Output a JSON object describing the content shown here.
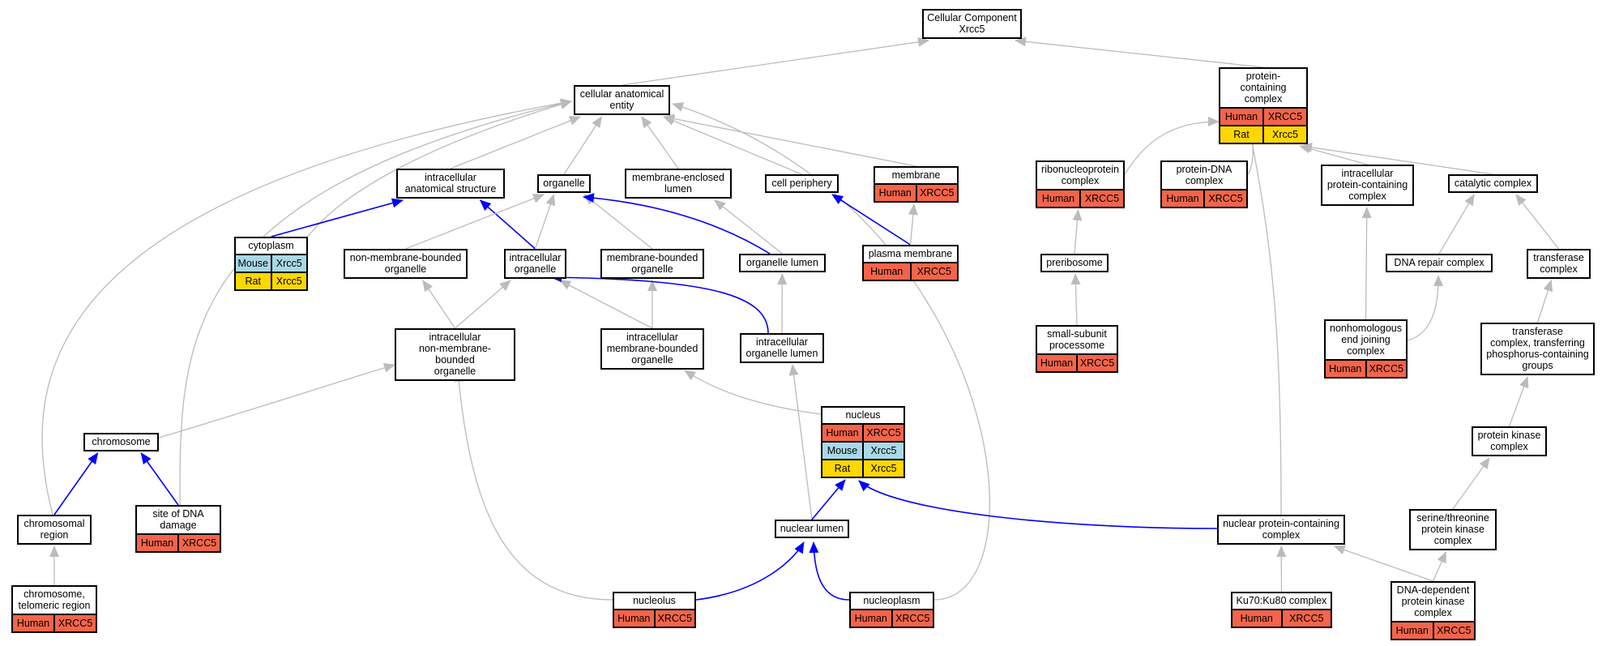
{
  "title": "Cellular Component\nXrcc5",
  "nodes": [
    {
      "id": "root",
      "label": "Cellular Component\nXrcc5",
      "rows": []
    },
    {
      "id": "cae",
      "label": "cellular anatomical\nentity",
      "rows": []
    },
    {
      "id": "pcc",
      "label": "protein-containing\ncomplex",
      "rows": [
        {
          "species": "Human",
          "gene": "XRCC5"
        },
        {
          "species": "Rat",
          "gene": "Xrcc5"
        }
      ]
    },
    {
      "id": "ias",
      "label": "intracellular\nanatomical structure",
      "rows": []
    },
    {
      "id": "organelle",
      "label": "organelle",
      "rows": []
    },
    {
      "id": "mel",
      "label": "membrane-enclosed\nlumen",
      "rows": []
    },
    {
      "id": "cellper",
      "label": "cell periphery",
      "rows": []
    },
    {
      "id": "membrane",
      "label": "membrane",
      "rows": [
        {
          "species": "Human",
          "gene": "XRCC5"
        }
      ]
    },
    {
      "id": "rnp",
      "label": "ribonucleoprotein\ncomplex",
      "rows": [
        {
          "species": "Human",
          "gene": "XRCC5"
        }
      ]
    },
    {
      "id": "pdna",
      "label": "protein-DNA\ncomplex",
      "rows": [
        {
          "species": "Human",
          "gene": "XRCC5"
        }
      ]
    },
    {
      "id": "ipcc",
      "label": "intracellular\nprotein-containing\ncomplex",
      "rows": []
    },
    {
      "id": "catalytic",
      "label": "catalytic complex",
      "rows": []
    },
    {
      "id": "cytoplasm",
      "label": "cytoplasm",
      "rows": [
        {
          "species": "Mouse",
          "gene": "Xrcc5"
        },
        {
          "species": "Rat",
          "gene": "Xrcc5"
        }
      ]
    },
    {
      "id": "nmbo",
      "label": "non-membrane-bounded\norganelle",
      "rows": []
    },
    {
      "id": "io",
      "label": "intracellular\norganelle",
      "rows": []
    },
    {
      "id": "mbo",
      "label": "membrane-bounded\norganelle",
      "rows": []
    },
    {
      "id": "ol",
      "label": "organelle lumen",
      "rows": []
    },
    {
      "id": "pm",
      "label": "plasma membrane",
      "rows": [
        {
          "species": "Human",
          "gene": "XRCC5"
        }
      ]
    },
    {
      "id": "preribosome",
      "label": "preribosome",
      "rows": []
    },
    {
      "id": "dnarepair",
      "label": "DNA repair complex",
      "rows": []
    },
    {
      "id": "transferase",
      "label": "transferase\ncomplex",
      "rows": []
    },
    {
      "id": "ssp",
      "label": "small-subunit\nprocessome",
      "rows": [
        {
          "species": "Human",
          "gene": "XRCC5"
        }
      ]
    },
    {
      "id": "nhej",
      "label": "nonhomologous\nend joining\ncomplex",
      "rows": [
        {
          "species": "Human",
          "gene": "XRCC5"
        }
      ]
    },
    {
      "id": "tcpg",
      "label": "transferase\ncomplex, transferring\nphosphorus-containing\ngroups",
      "rows": []
    },
    {
      "id": "inmbo",
      "label": "intracellular\nnon-membrane-bounded\norganelle",
      "rows": []
    },
    {
      "id": "imbo",
      "label": "intracellular\nmembrane-bounded\norganelle",
      "rows": []
    },
    {
      "id": "iol",
      "label": "intracellular\norganelle lumen",
      "rows": []
    },
    {
      "id": "nucleus",
      "label": "nucleus",
      "rows": [
        {
          "species": "Human",
          "gene": "XRCC5"
        },
        {
          "species": "Mouse",
          "gene": "Xrcc5"
        },
        {
          "species": "Rat",
          "gene": "Xrcc5"
        }
      ]
    },
    {
      "id": "chromosome",
      "label": "chromosome",
      "rows": []
    },
    {
      "id": "pkc",
      "label": "protein kinase\ncomplex",
      "rows": []
    },
    {
      "id": "chrreg",
      "label": "chromosomal\nregion",
      "rows": []
    },
    {
      "id": "sodd",
      "label": "site of DNA\ndamage",
      "rows": [
        {
          "species": "Human",
          "gene": "XRCC5"
        }
      ]
    },
    {
      "id": "nuclum",
      "label": "nuclear lumen",
      "rows": []
    },
    {
      "id": "npcc",
      "label": "nuclear protein-containing\ncomplex",
      "rows": []
    },
    {
      "id": "stpk",
      "label": "serine/threonine\nprotein kinase\ncomplex",
      "rows": []
    },
    {
      "id": "telo",
      "label": "chromosome,\ntelomeric region",
      "rows": [
        {
          "species": "Human",
          "gene": "XRCC5"
        }
      ]
    },
    {
      "id": "nucleolus",
      "label": "nucleolus",
      "rows": [
        {
          "species": "Human",
          "gene": "XRCC5"
        }
      ]
    },
    {
      "id": "nucleoplasm",
      "label": "nucleoplasm",
      "rows": [
        {
          "species": "Human",
          "gene": "XRCC5"
        }
      ]
    },
    {
      "id": "ku",
      "label": "Ku70:Ku80 complex",
      "rows": [
        {
          "species": "Human",
          "gene": "XRCC5"
        }
      ]
    },
    {
      "id": "dnapk",
      "label": "DNA-dependent\nprotein kinase\ncomplex",
      "rows": [
        {
          "species": "Human",
          "gene": "XRCC5"
        }
      ]
    }
  ],
  "edges": [
    {
      "from": "cae",
      "to": "root",
      "kind": "is_a"
    },
    {
      "from": "pcc",
      "to": "root",
      "kind": "is_a"
    },
    {
      "from": "ias",
      "to": "cae",
      "kind": "is_a"
    },
    {
      "from": "organelle",
      "to": "cae",
      "kind": "is_a"
    },
    {
      "from": "mel",
      "to": "cae",
      "kind": "is_a"
    },
    {
      "from": "cellper",
      "to": "cae",
      "kind": "is_a"
    },
    {
      "from": "membrane",
      "to": "cae",
      "kind": "is_a"
    },
    {
      "from": "cytoplasm",
      "to": "cae",
      "kind": "is_a"
    },
    {
      "from": "chrreg",
      "to": "cae",
      "kind": "is_a"
    },
    {
      "from": "sodd",
      "to": "cae",
      "kind": "is_a"
    },
    {
      "from": "nucleoplasm",
      "to": "cae",
      "kind": "is_a"
    },
    {
      "from": "rnp",
      "to": "pcc",
      "kind": "is_a"
    },
    {
      "from": "pdna",
      "to": "pcc",
      "kind": "is_a"
    },
    {
      "from": "ipcc",
      "to": "pcc",
      "kind": "is_a"
    },
    {
      "from": "catalytic",
      "to": "pcc",
      "kind": "is_a"
    },
    {
      "from": "npcc",
      "to": "pcc",
      "kind": "is_a"
    },
    {
      "from": "cytoplasm",
      "to": "ias",
      "kind": "part_of"
    },
    {
      "from": "io",
      "to": "ias",
      "kind": "part_of"
    },
    {
      "from": "nmbo",
      "to": "organelle",
      "kind": "is_a"
    },
    {
      "from": "io",
      "to": "organelle",
      "kind": "is_a"
    },
    {
      "from": "mbo",
      "to": "organelle",
      "kind": "is_a"
    },
    {
      "from": "ol",
      "to": "organelle",
      "kind": "part_of"
    },
    {
      "from": "ol",
      "to": "mel",
      "kind": "is_a"
    },
    {
      "from": "pm",
      "to": "cellper",
      "kind": "part_of"
    },
    {
      "from": "pm",
      "to": "membrane",
      "kind": "is_a"
    },
    {
      "from": "preribosome",
      "to": "rnp",
      "kind": "is_a"
    },
    {
      "from": "ssp",
      "to": "preribosome",
      "kind": "is_a"
    },
    {
      "from": "nhej",
      "to": "ipcc",
      "kind": "is_a"
    },
    {
      "from": "nhej",
      "to": "dnarepair",
      "kind": "is_a"
    },
    {
      "from": "dnarepair",
      "to": "catalytic",
      "kind": "is_a"
    },
    {
      "from": "transferase",
      "to": "catalytic",
      "kind": "is_a"
    },
    {
      "from": "tcpg",
      "to": "transferase",
      "kind": "is_a"
    },
    {
      "from": "pkc",
      "to": "tcpg",
      "kind": "is_a"
    },
    {
      "from": "stpk",
      "to": "pkc",
      "kind": "is_a"
    },
    {
      "from": "dnapk",
      "to": "stpk",
      "kind": "is_a"
    },
    {
      "from": "dnapk",
      "to": "npcc",
      "kind": "is_a"
    },
    {
      "from": "ku",
      "to": "npcc",
      "kind": "is_a"
    },
    {
      "from": "inmbo",
      "to": "nmbo",
      "kind": "is_a"
    },
    {
      "from": "inmbo",
      "to": "io",
      "kind": "is_a"
    },
    {
      "from": "imbo",
      "to": "io",
      "kind": "is_a"
    },
    {
      "from": "imbo",
      "to": "mbo",
      "kind": "is_a"
    },
    {
      "from": "iol",
      "to": "ol",
      "kind": "is_a"
    },
    {
      "from": "iol",
      "to": "io",
      "kind": "part_of"
    },
    {
      "from": "nucleus",
      "to": "imbo",
      "kind": "is_a"
    },
    {
      "from": "chromosome",
      "to": "inmbo",
      "kind": "is_a"
    },
    {
      "from": "nucleolus",
      "to": "inmbo",
      "kind": "is_a"
    },
    {
      "from": "nuclum",
      "to": "iol",
      "kind": "is_a"
    },
    {
      "from": "nuclum",
      "to": "nucleus",
      "kind": "part_of"
    },
    {
      "from": "npcc",
      "to": "nucleus",
      "kind": "part_of"
    },
    {
      "from": "chrreg",
      "to": "chromosome",
      "kind": "part_of"
    },
    {
      "from": "sodd",
      "to": "chromosome",
      "kind": "part_of"
    },
    {
      "from": "telo",
      "to": "chrreg",
      "kind": "is_a"
    },
    {
      "from": "nucleolus",
      "to": "nuclum",
      "kind": "part_of"
    },
    {
      "from": "nucleoplasm",
      "to": "nuclum",
      "kind": "part_of"
    }
  ],
  "colors": {
    "is_a": "#bbbbbb",
    "part_of": "#0000ff",
    "Human": "#f4644a",
    "Mouse": "#a9d8e6",
    "Rat": "#fdd700"
  }
}
